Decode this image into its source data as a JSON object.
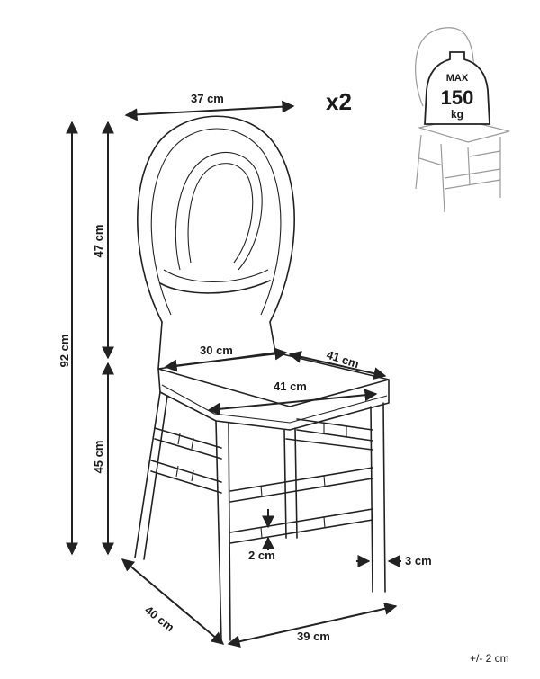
{
  "quantity": "x2",
  "tolerance": "+/- 2 cm",
  "max_load": {
    "line1": "MAX",
    "line2": "150",
    "line3": "kg"
  },
  "dimensions": {
    "back_width": "37 cm",
    "back_height": "47 cm",
    "total_height": "92 cm",
    "seat_height": "45 cm",
    "seat_back_width": "30 cm",
    "seat_side_depth": "41 cm",
    "seat_front_width": "41 cm",
    "stretcher_height": "2 cm",
    "leg_width": "3 cm",
    "base_depth": "40 cm",
    "base_width": "39 cm"
  }
}
